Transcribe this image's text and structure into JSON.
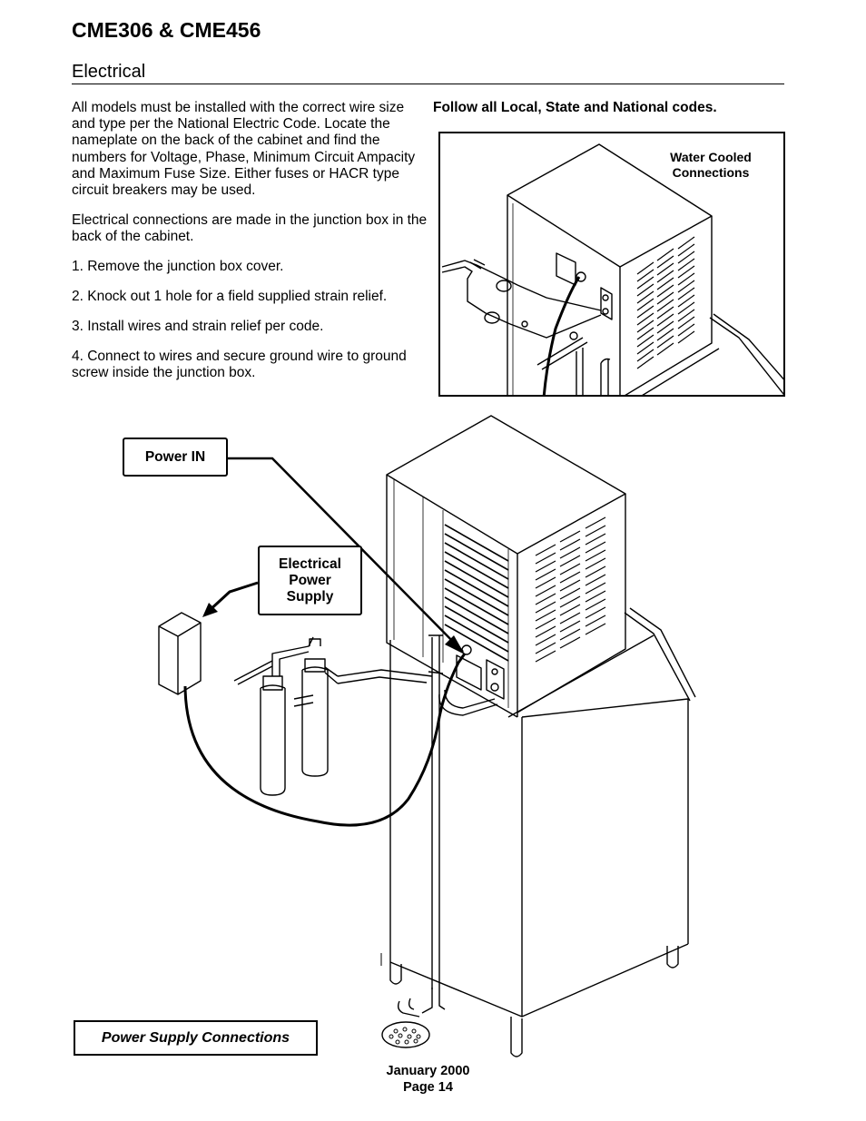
{
  "header": {
    "title": "CME306 & CME456",
    "section": "Electrical"
  },
  "body": {
    "intro": "All models must be installed with the correct wire size and type per the National Electric Code. Locate the nameplate on the back of the cabinet and find the numbers for Voltage, Phase, Minimum Circuit Ampacity and Maximum Fuse Size. Either fuses or HACR type circuit breakers may be used.",
    "junction": "Electrical connections are made in the junction box in the back of the cabinet.",
    "steps": [
      "1. Remove the junction box cover.",
      "2. Knock out 1 hole for a field supplied strain relief.",
      "3. Install wires and strain relief per code.",
      "4. Connect to wires and secure ground wire to ground screw inside the junction box."
    ],
    "codes": "Follow all Local, State and National codes."
  },
  "inset": {
    "label_line1": "Water Cooled",
    "label_line2": "Connections"
  },
  "callouts": {
    "power_in": "Power IN",
    "supply_line1": "Electrical",
    "supply_line2": "Power",
    "supply_line3": "Supply"
  },
  "caption": "Power Supply Connections",
  "footer": {
    "date": "January 2000",
    "page": "Page 14"
  }
}
